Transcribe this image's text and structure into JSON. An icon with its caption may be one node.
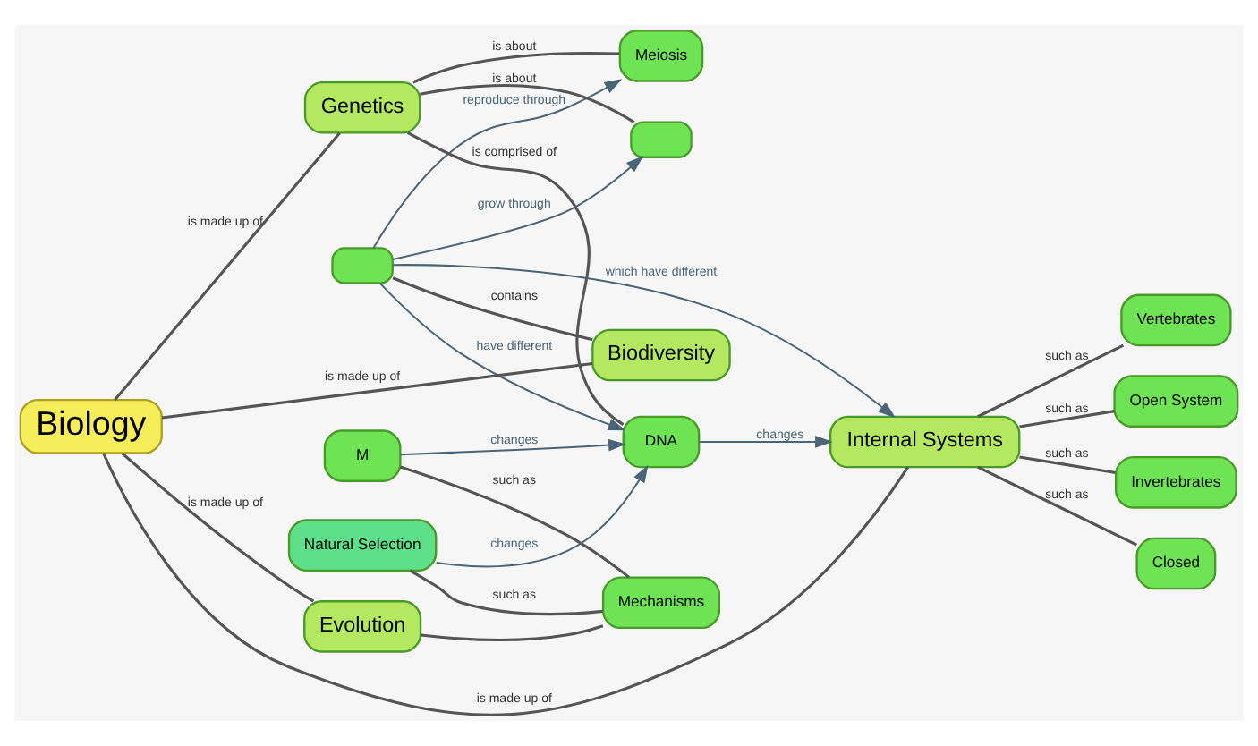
{
  "diagram": {
    "nodes": [
      {
        "text": [],
        "shape": "box"
      },
      {
        "text": [],
        "shape": "box"
      },
      {
        "text": [
          "Genetics"
        ]
      },
      {
        "text": [
          "Meiosis"
        ]
      },
      {
        "text": [
          "DNA"
        ]
      },
      {
        "text": [
          "M"
        ]
      },
      {
        "text": [
          "Natural Selection"
        ]
      },
      {
        "text": [
          "Biodiversity"
        ]
      },
      {
        "text": [
          "Biology"
        ]
      },
      {
        "text": [
          "Evolution"
        ]
      },
      {
        "text": [
          "Mechanisms"
        ]
      },
      {
        "text": [
          "Internal Systems"
        ]
      },
      {
        "text": [
          "Vertebrates"
        ]
      },
      {
        "text": [
          "Open System"
        ]
      },
      {
        "text": [
          "Invertebrates"
        ]
      },
      {
        "text": [
          "Closed"
        ]
      }
    ],
    "edges": [
      {
        "from": 1,
        "to": 0,
        "arrow": "to",
        "label": "grow through",
        "color": "#4a6478"
      },
      {
        "from": 2,
        "to": 0,
        "arrow": "none",
        "label": "is about"
      },
      {
        "from": 2,
        "to": 3,
        "arrow": "none",
        "label": "is about"
      },
      {
        "from": 1,
        "to": 3,
        "arrow": "to",
        "label": "reproduce through",
        "color": "#4a6478"
      },
      {
        "from": 2,
        "to": 4,
        "arrow": "none",
        "label": "is comprised of"
      },
      {
        "from": 5,
        "to": 4,
        "arrow": "to",
        "label": "changes",
        "color": "#4a6478"
      },
      {
        "from": 6,
        "to": 4,
        "arrow": "to",
        "label": "changes",
        "color": "#4a6478"
      },
      {
        "from": 8,
        "to": 2,
        "arrow": "none",
        "label": "is made up of"
      },
      {
        "from": 1,
        "to": 4,
        "arrow": "to",
        "label": "have different",
        "color": "#4a6478"
      },
      {
        "from": 5,
        "to": 10,
        "arrow": "none",
        "label": "such as"
      },
      {
        "from": 1,
        "to": 7,
        "arrow": "none",
        "label": "contains"
      },
      {
        "from": 8,
        "to": 7,
        "arrow": "none",
        "label": "is made up of"
      },
      {
        "from": 8,
        "to": 9,
        "arrow": "none",
        "label": "is made up of"
      },
      {
        "from": 6,
        "to": 10,
        "arrow": "none",
        "label": "such as"
      },
      {
        "from": 4,
        "to": 11,
        "arrow": "to",
        "label": "changes",
        "color": "#4a6478"
      },
      {
        "from": 9,
        "to": 10,
        "arrow": "none"
      },
      {
        "from": 1,
        "to": 11,
        "arrow": "to",
        "label": "which have different",
        "color": "#4a6478"
      },
      {
        "from": 8,
        "to": 11,
        "arrow": "none",
        "label": "is made up of"
      },
      {
        "from": 11,
        "to": 12,
        "arrow": "none",
        "label": "such as"
      },
      {
        "from": 11,
        "to": 13,
        "arrow": "none",
        "label": "such as"
      },
      {
        "from": 11,
        "to": 14,
        "arrow": "none",
        "label": "such as"
      },
      {
        "from": 11,
        "to": 15,
        "arrow": "none",
        "label": "such as"
      }
    ]
  }
}
